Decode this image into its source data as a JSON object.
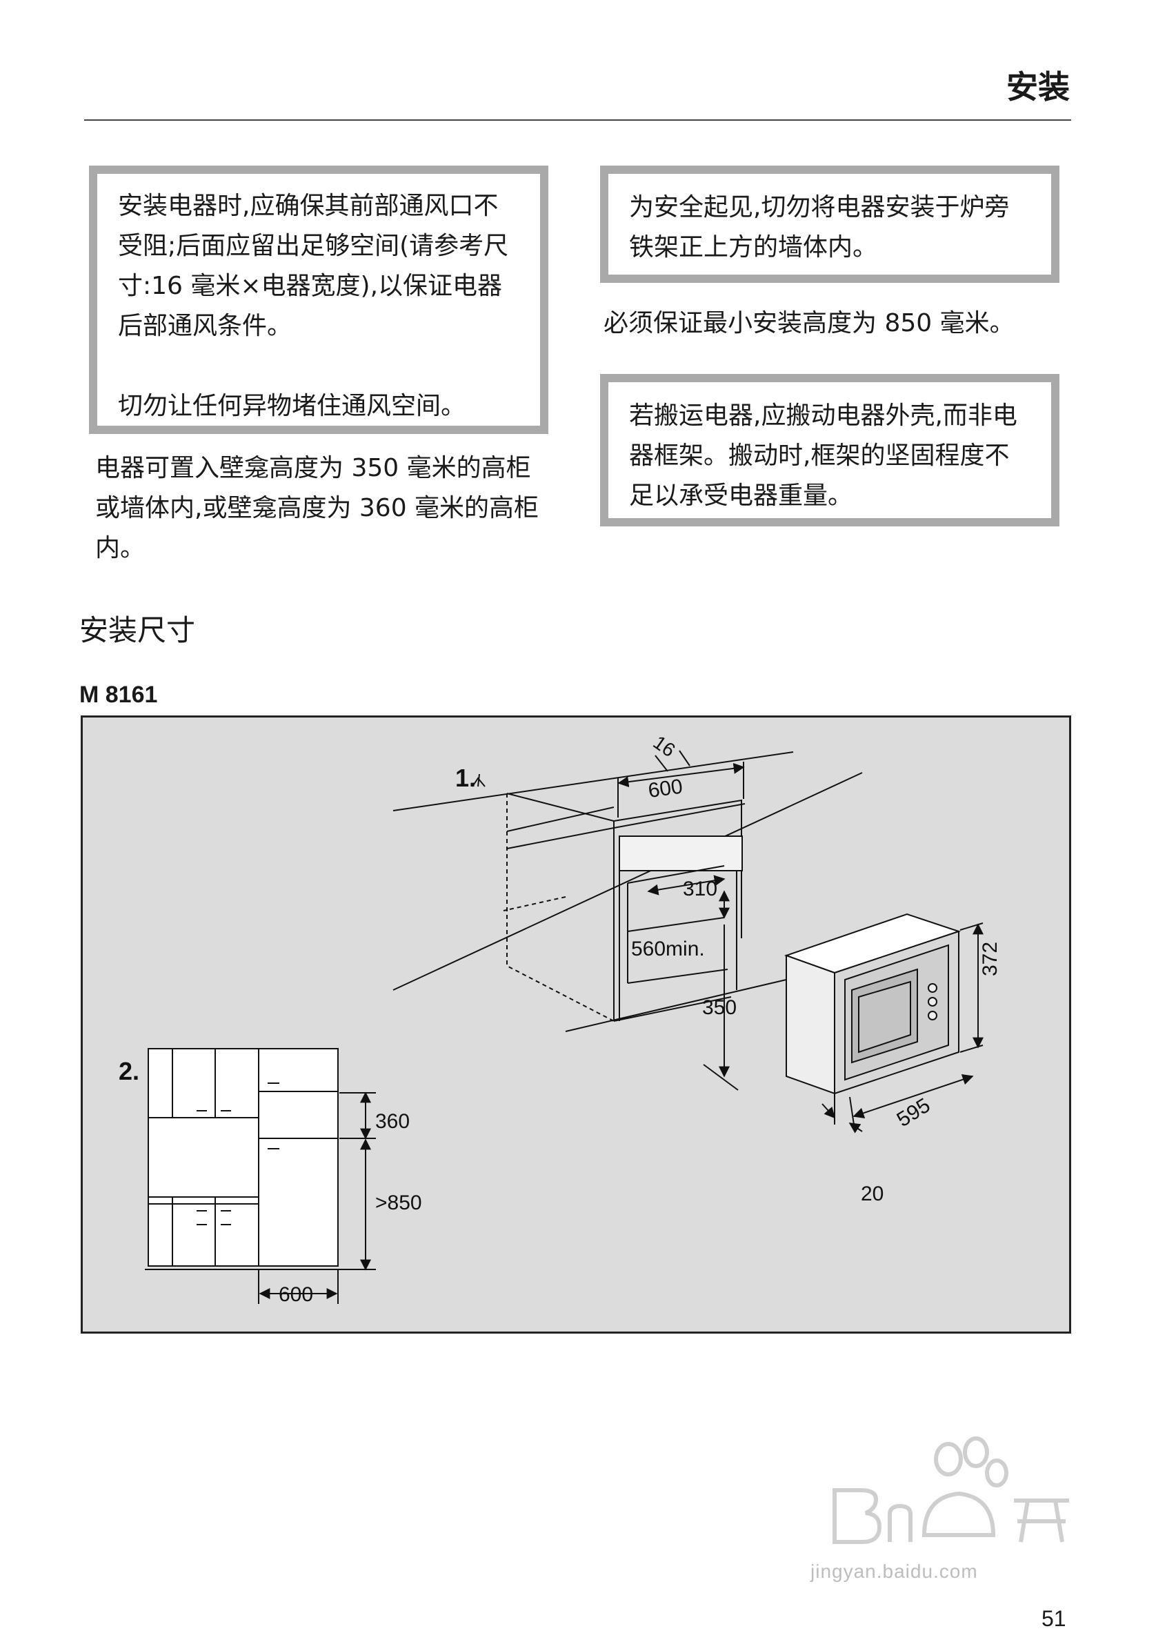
{
  "header": {
    "title": "安装"
  },
  "notices": {
    "ventilation": {
      "para1": "安装电器时,应确保其前部通风口不受阻;后面应留出足够空间(请参考尺寸:16 毫米×电器宽度),以保证电器后部通风条件。",
      "para2": "切勿让任何异物堵住通风空间。"
    },
    "safety": "为安全起见,切勿将电器安装于炉旁铁架正上方的墙体内。",
    "carry": "若搬运电器,应搬动电器外壳,而非电器框架。搬动时,框架的坚固程度不足以承受电器重量。"
  },
  "body": {
    "niche_text": "电器可置入壁龛高度为 350 毫米的高柜或墙体内,或壁龛高度为 360 毫米的高柜内。",
    "min_height_text": "必须保证最小安装高度为 850 毫米。"
  },
  "section": {
    "heading": "安装尺寸",
    "model": "M 8161"
  },
  "diagram": {
    "step1": "1.",
    "step2": "2.",
    "dim_16": "16",
    "dim_600_top": "600",
    "dim_310": "310",
    "dim_560": "560min.",
    "dim_350": "350",
    "dim_372": "372",
    "dim_595": "595",
    "dim_20": "20",
    "dim_360": "360",
    "dim_850": ">850",
    "dim_600_bottom": "600"
  },
  "watermark": {
    "url": "jingyan.baidu.com"
  },
  "page_number": "51"
}
